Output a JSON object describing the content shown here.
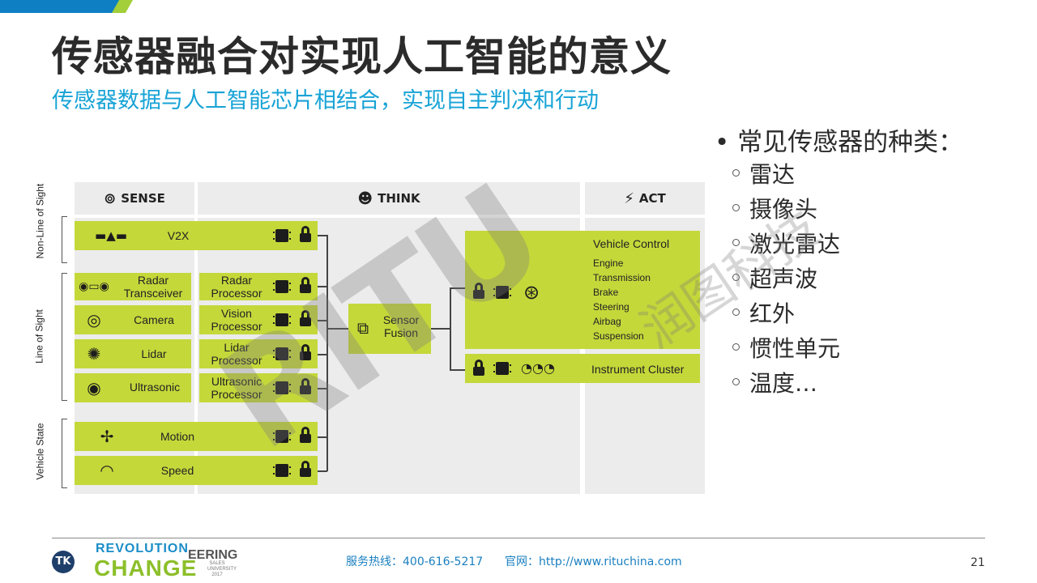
{
  "slide": {
    "title": "传感器融合对实现人工智能的意义",
    "subtitle": "传感器数据与人工智能芯片相结合，实现自主判决和行动",
    "page_number": "21"
  },
  "diagram": {
    "columns": {
      "sense": "SENSE",
      "think": "THINK",
      "act": "ACT"
    },
    "side_labels": {
      "non_line_of_sight": "Non-Line of Sight",
      "line_of_sight": "Line of Sight",
      "vehicle_state": "Vehicle State"
    },
    "sensors": {
      "v2x": "V2X",
      "radar": "Radar Transceiver",
      "camera": "Camera",
      "lidar": "Lidar",
      "ultrasonic": "Ultrasonic",
      "motion": "Motion",
      "speed": "Speed"
    },
    "processors": {
      "radar": "Radar Processor",
      "vision": "Vision Processor",
      "lidar": "Lidar Processor",
      "ultrasonic": "Ultrasonic Processor"
    },
    "fusion": "Sensor Fusion",
    "vehicle_control": {
      "title": "Vehicle Control",
      "items": [
        "Engine",
        "Transmission",
        "Brake",
        "Steering",
        "Airbag",
        "Suspension"
      ]
    },
    "instrument_cluster": "Instrument Cluster"
  },
  "bullets": {
    "heading": "常见传感器的种类：",
    "items": [
      "雷达",
      "摄像头",
      "激光雷达",
      "超声波",
      "红外",
      "惯性单元",
      "温度…"
    ]
  },
  "watermark": {
    "logo": "RITU",
    "cn": "润图科技"
  },
  "footer": {
    "brand_top": "REVOLUTION",
    "brand_eering": "EERING",
    "brand_bottom": "CHANGE",
    "brand_small": "SALES UNIVERSITY 2017",
    "logo_text": "TK",
    "hotline": "服务热线：400-616-5217",
    "website": "官网：http://www.rituchina.com"
  },
  "colors": {
    "accent_blue": "#0f7fc4",
    "accent_green": "#a3cf3a",
    "diagram_green": "#c4d83a",
    "subtitle_blue": "#17a3d6"
  }
}
